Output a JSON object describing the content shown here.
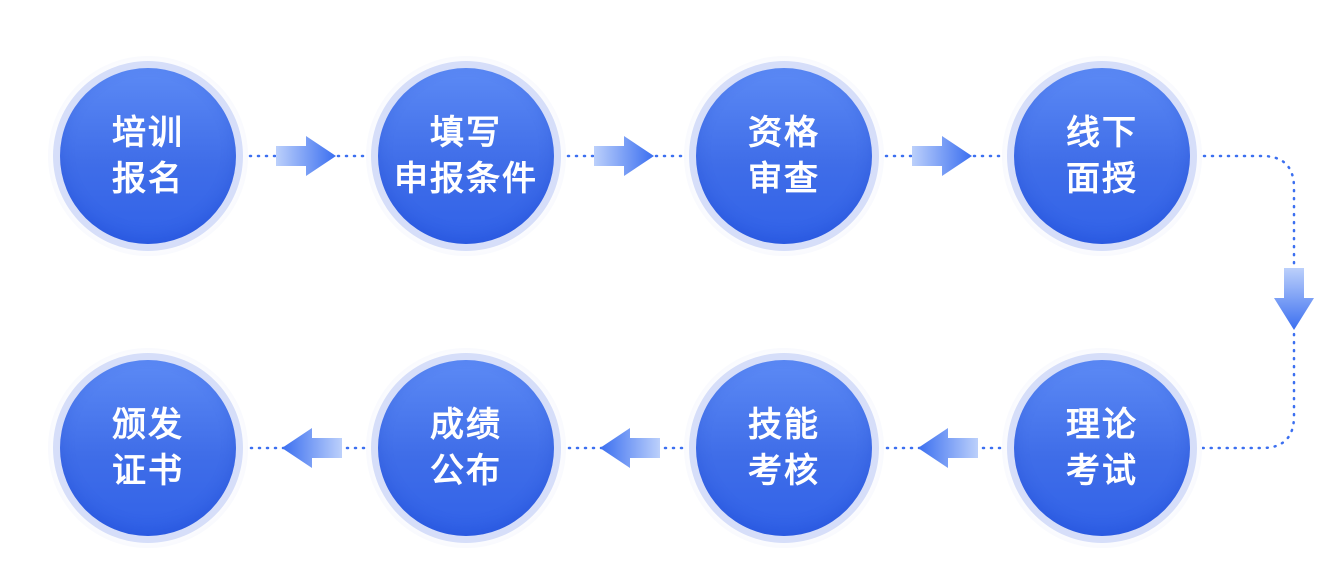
{
  "colors": {
    "core_top": "#5c8af5",
    "core_bottom": "#3162e8",
    "ring": "#d6def9",
    "connector": "#3b6ff0",
    "label_text": "#ffffff"
  },
  "steps": [
    {
      "line1": "培训",
      "line2": "报名"
    },
    {
      "line1": "填写",
      "line2": "申报条件"
    },
    {
      "line1": "资格",
      "line2": "审查"
    },
    {
      "line1": "线下",
      "line2": "面授"
    },
    {
      "line1": "理论",
      "line2": "考试"
    },
    {
      "line1": "技能",
      "line2": "考核"
    },
    {
      "line1": "成绩",
      "line2": "公布"
    },
    {
      "line1": "颁发",
      "line2": "证书"
    }
  ]
}
